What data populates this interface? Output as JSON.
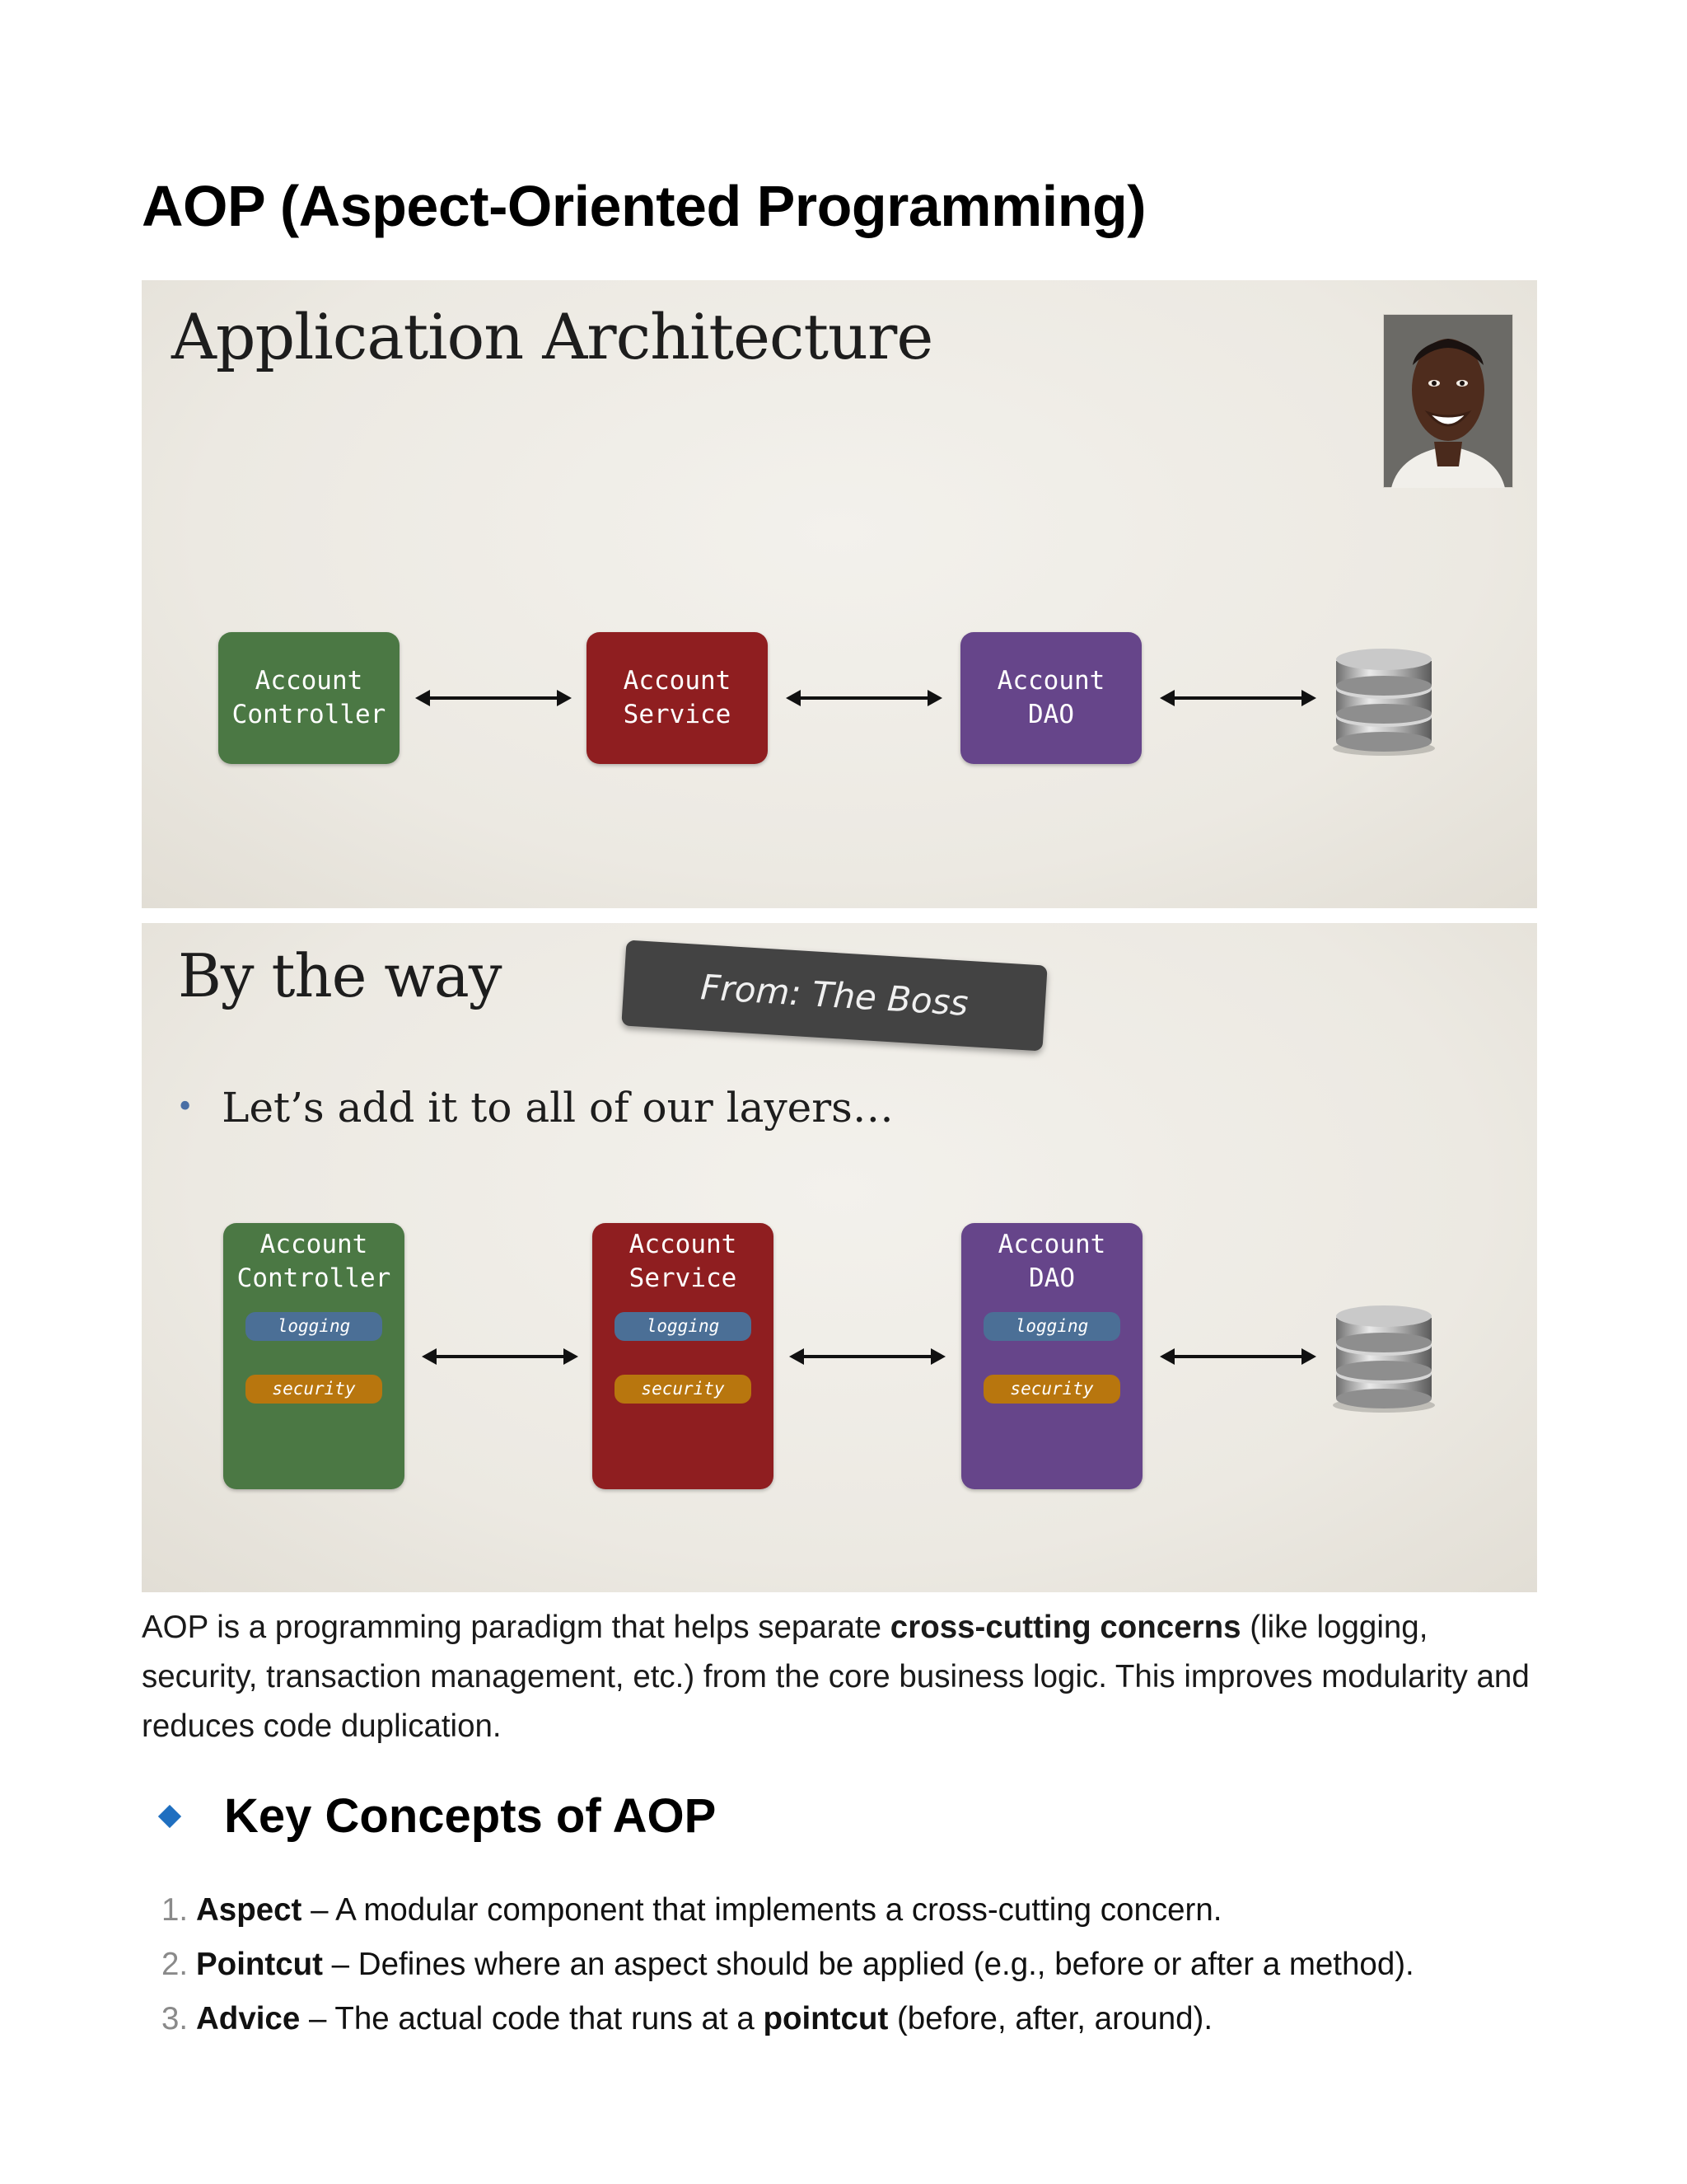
{
  "page_title": "AOP (Aspect-Oriented Programming)",
  "slide1": {
    "heading": "Application Architecture",
    "boxes": [
      {
        "line1": "Account",
        "line2": "Controller",
        "color": "#4b7844"
      },
      {
        "line1": "Account",
        "line2": "Service",
        "color": "#8f1e20"
      },
      {
        "line1": "Account",
        "line2": "DAO",
        "color": "#66458a"
      }
    ]
  },
  "slide2": {
    "heading": "By the way",
    "sticky_note": "From: The Boss",
    "bullet": "Let’s add it to all of our layers…",
    "boxes": [
      {
        "line1": "Account",
        "line2": "Controller",
        "pill1": "logging",
        "pill2": "security"
      },
      {
        "line1": "Account",
        "line2": "Service",
        "pill1": "logging",
        "pill2": "security"
      },
      {
        "line1": "Account",
        "line2": "DAO",
        "pill1": "logging",
        "pill2": "security"
      }
    ]
  },
  "intro": {
    "before": "AOP is a programming paradigm that helps separate ",
    "bold": "cross-cutting concerns",
    "after": " (like logging, security, transaction management, etc.) from the core business logic. This improves modularity and reduces code duplication."
  },
  "key_concepts": {
    "heading": "Key Concepts of AOP",
    "items": [
      {
        "num": "1.",
        "term": "Aspect",
        "text": " – A modular component that implements a cross-cutting concern.",
        "bold2": "",
        "text2": ""
      },
      {
        "num": "2.",
        "term": "Pointcut",
        "text": " – Defines where an aspect should be applied (e.g., before or after a method).",
        "bold2": "",
        "text2": ""
      },
      {
        "num": "3.",
        "term": "Advice",
        "text": " – The actual code that runs at a ",
        "bold2": "pointcut",
        "text2": " (before, after, around)."
      }
    ]
  },
  "colors": {
    "controller": "#4b7844",
    "service": "#8f1e20",
    "dao": "#66458a",
    "logging": "#4b6f96",
    "security": "#b8760e",
    "diamond": "#1f6fc0"
  }
}
